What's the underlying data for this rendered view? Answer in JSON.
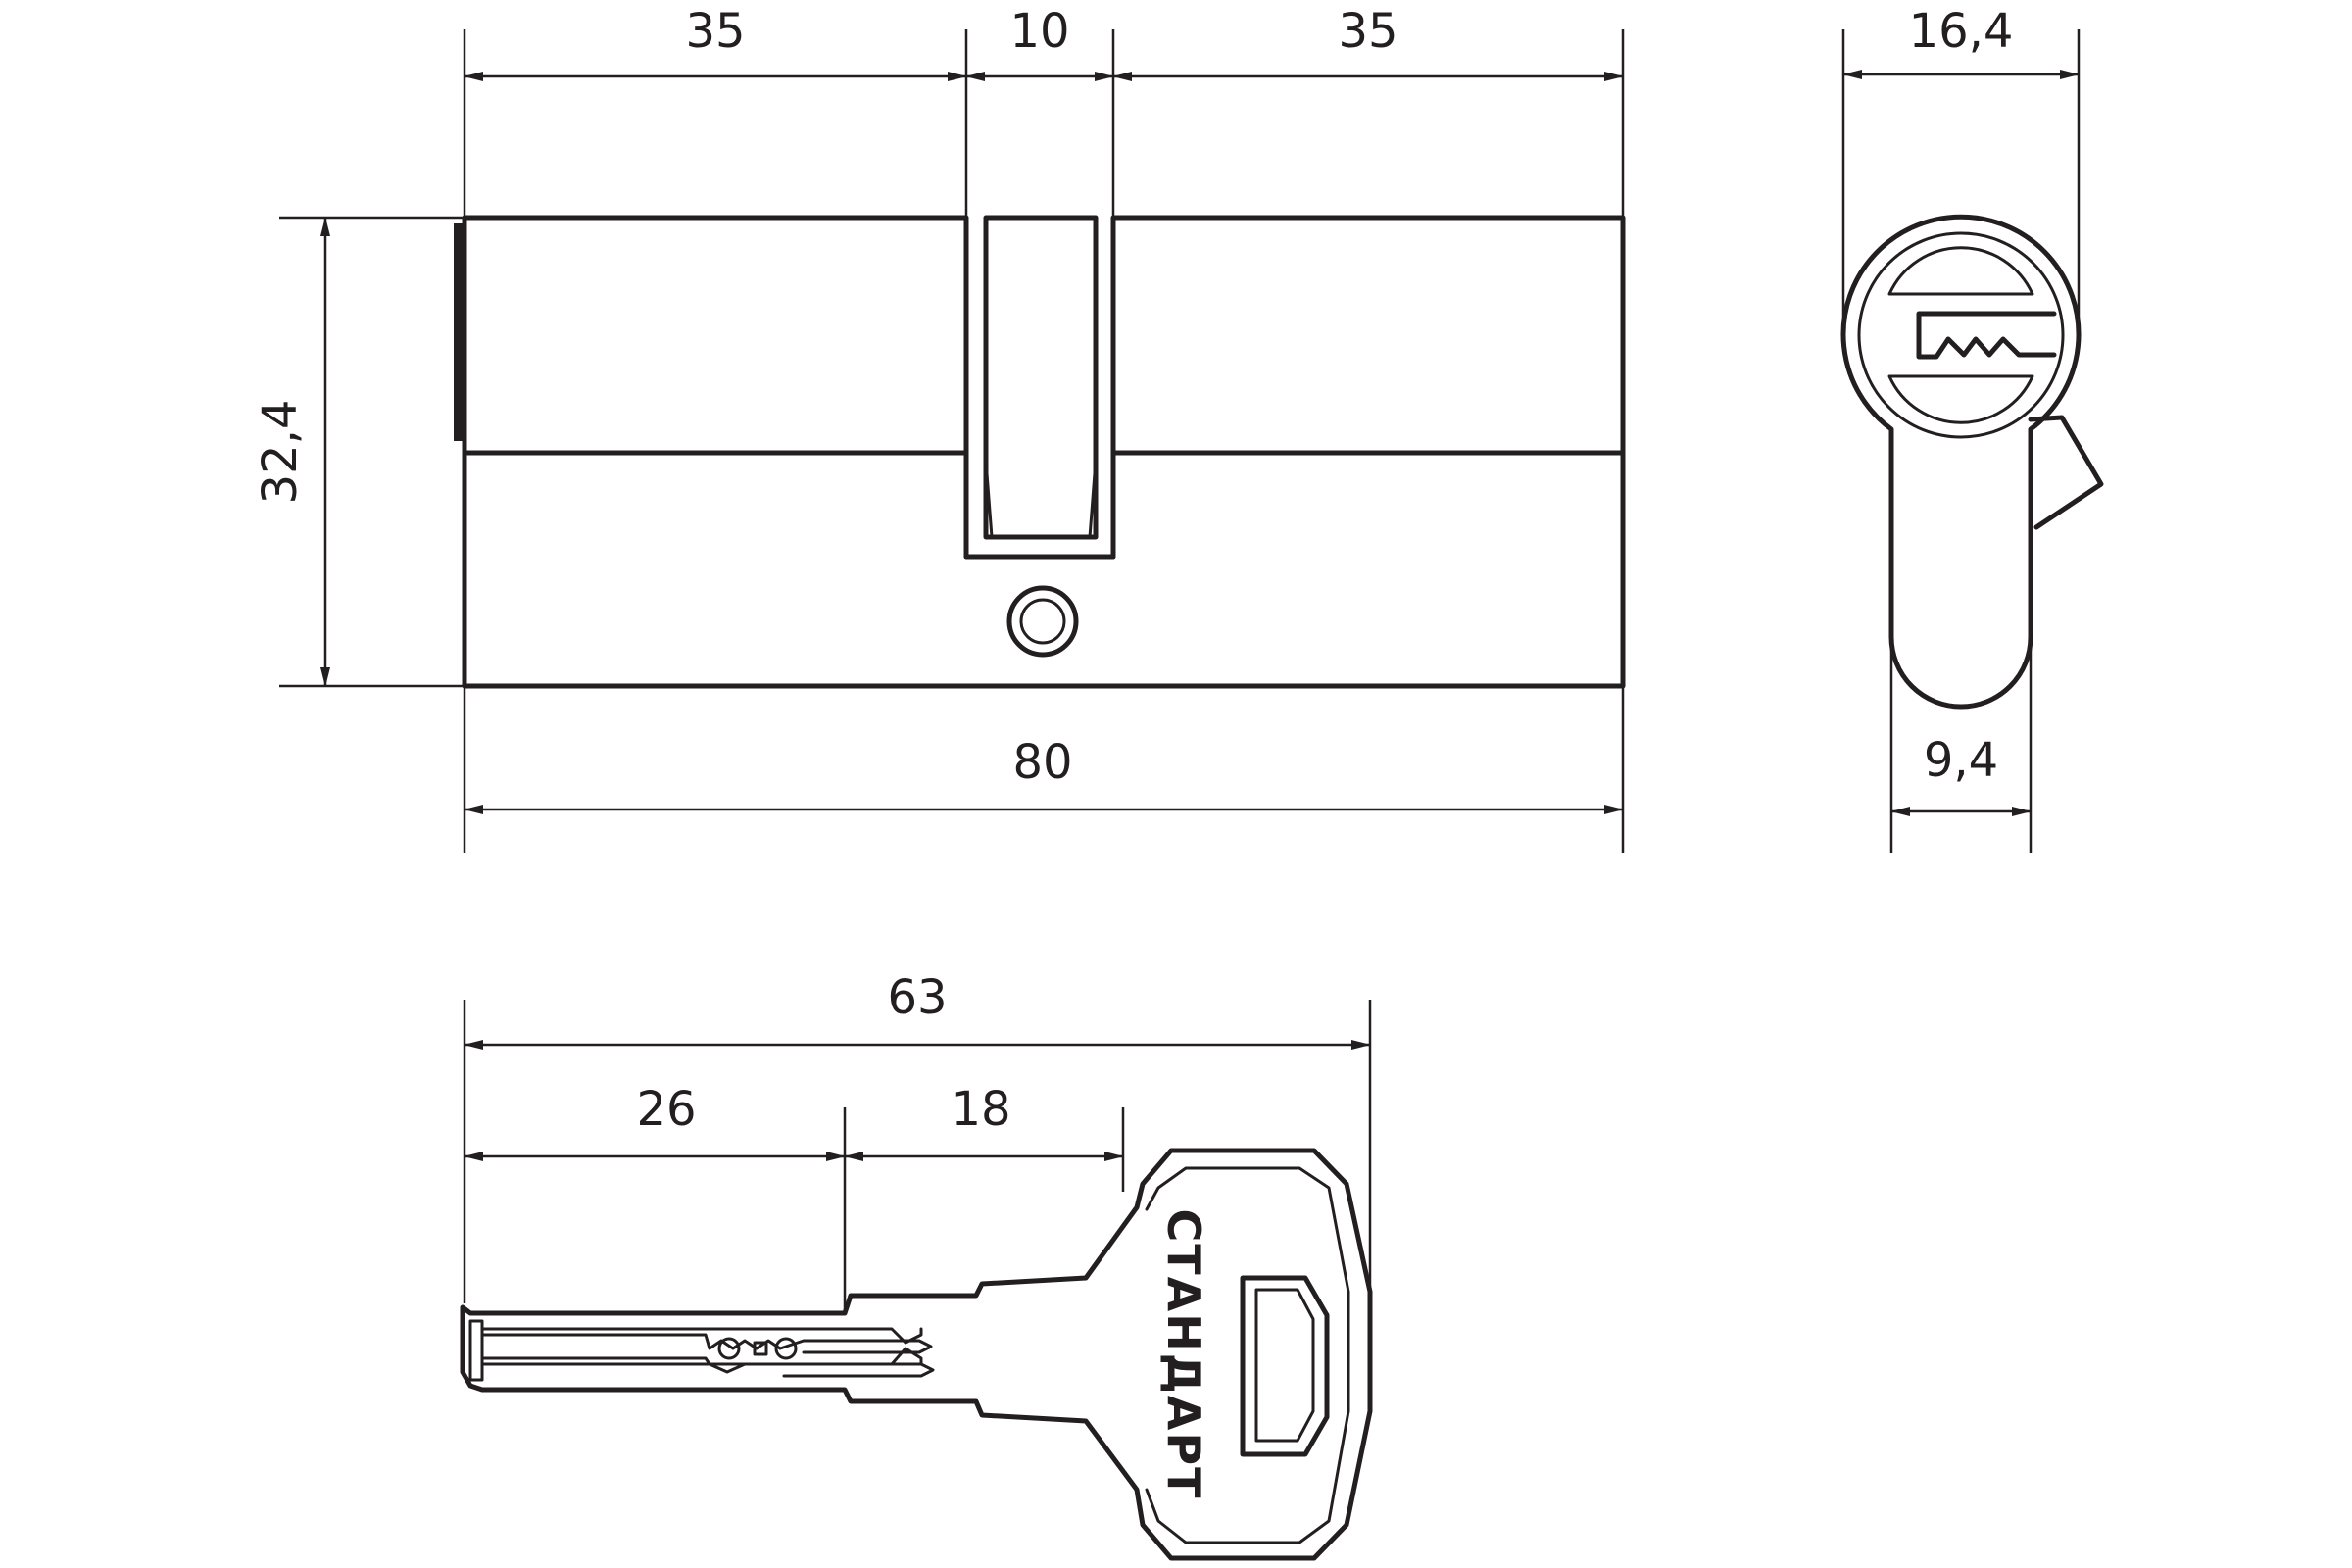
{
  "cylinder_front": {
    "dims": {
      "left_half": "35",
      "cam": "10",
      "right_half": "35",
      "total_length": "80",
      "height": "32,4"
    }
  },
  "cylinder_side": {
    "dims": {
      "head_width": "16,4",
      "body_width": "9,4"
    }
  },
  "key": {
    "brand": "СТАНДАРТ",
    "dims": {
      "total_length": "63",
      "blade_tip": "26",
      "shoulder": "18"
    }
  }
}
